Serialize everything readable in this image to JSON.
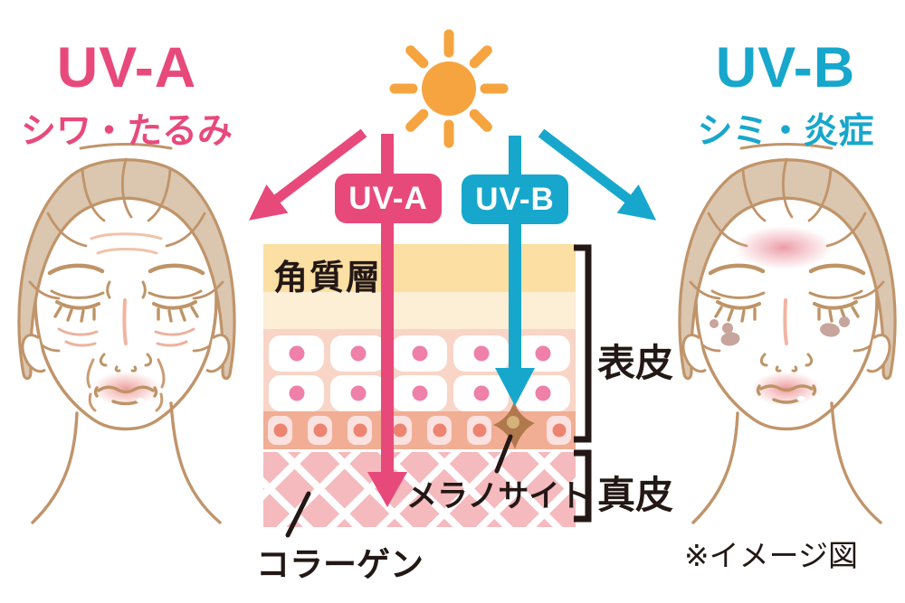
{
  "left_panel": {
    "title": "UV-A",
    "subtitle": "シワ・たるみ"
  },
  "right_panel": {
    "title": "UV-B",
    "subtitle": "シミ・炎症"
  },
  "badges": {
    "uva": "UV-A",
    "uvb": "UV-B"
  },
  "diagram_labels": {
    "stratum_corneum": "角質層",
    "epidermis": "表皮",
    "dermis": "真皮",
    "melanocyte": "メラノサイト",
    "collagen": "コラーゲン"
  },
  "footnote": "※イメージ図",
  "colors": {
    "uva_pink": "#E8497B",
    "uvb_cyan": "#17A7CC",
    "sun_orange": "#F5A440",
    "stratum_corneum_fill": "#FBDFA3",
    "upper_epidermis_fill": "#FCEFD6",
    "cell_layer_fill": "#F8D5C6",
    "cell_nucleus_pink": "#EE80A9",
    "basal_layer_fill": "#F1AE94",
    "basal_nucleus": "#ED8471",
    "dermis_fill": "#F5BABE",
    "melanocyte_brown": "#B1784E",
    "melanocyte_nucleus": "#D4B279",
    "hair_fill": "#DBC6AF",
    "face_line_tan": "#C0946A",
    "text_black": "#231815"
  }
}
